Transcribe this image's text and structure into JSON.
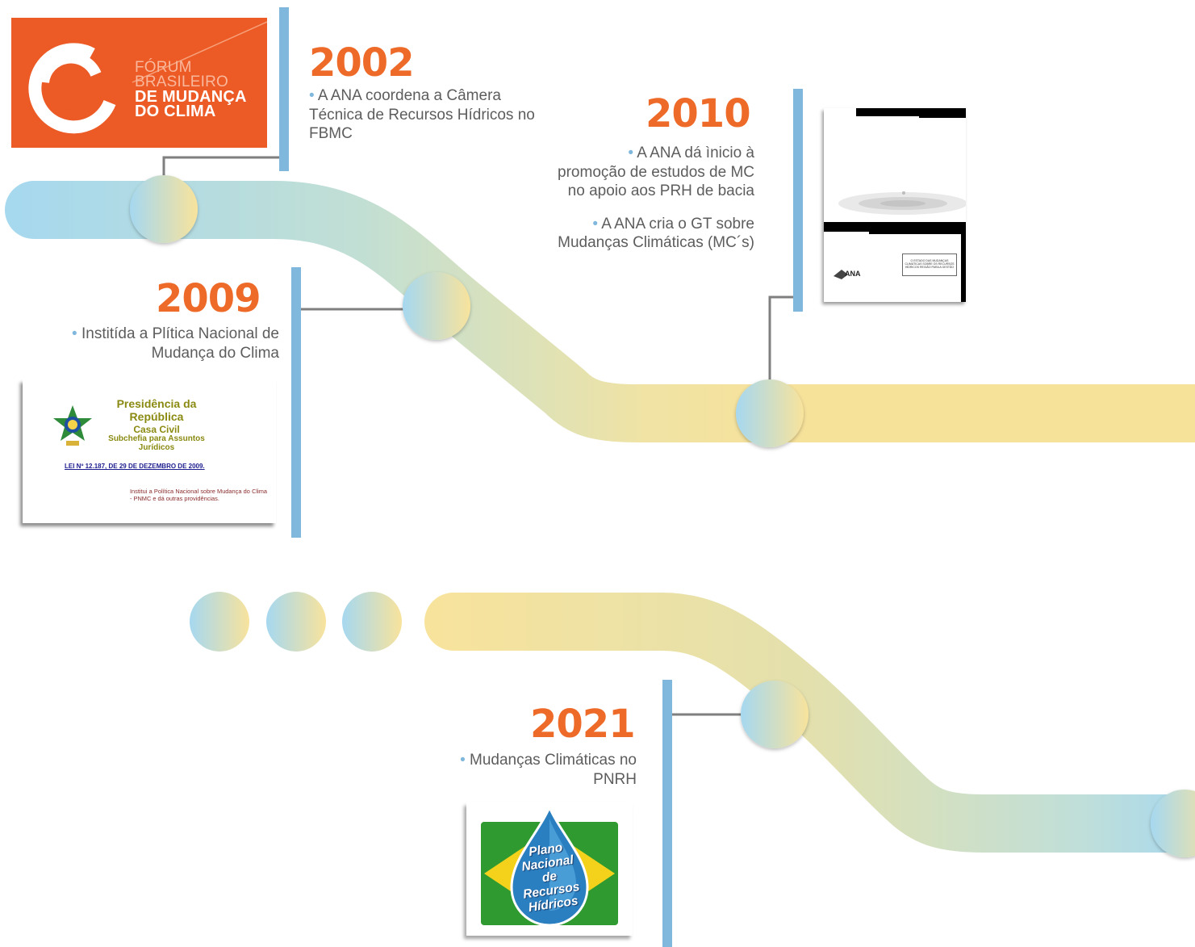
{
  "colors": {
    "accent": "#ee6a28",
    "connector": "#7f7f7f",
    "year_bar": "#7fb8dc",
    "road_blue": "#a8d8ee",
    "road_yellow": "#f6e29d",
    "bullet": "#7fb8dc"
  },
  "events": [
    {
      "year": "2002",
      "items": [
        "A ANA coordena a Câmera Técnica de Recursos Hídricos no FBMC"
      ]
    },
    {
      "year": "2009",
      "items": [
        "Institída a Plítica Nacional de Mudança do Clima"
      ]
    },
    {
      "year": "2010",
      "items": [
        "A ANA dá ìnicio à promoção de estudos de MC no apoio aos PRH de bacia",
        "A ANA cria o GT sobre Mudanças Climáticas (MC´s)"
      ]
    },
    {
      "year": "2021",
      "items": [
        "Mudanças Climáticas no PNRH"
      ]
    }
  ],
  "fbmc_logo": {
    "lines": [
      "FÓRUM",
      "BRASILEIRO",
      "DE MUDANÇA",
      "DO CLIMA"
    ]
  },
  "law_card": {
    "title_line1": "Presidência da",
    "title_line2": "República",
    "casa_civil": "Casa Civil",
    "subchefia": "Subchefia para Assuntos Jurídicos",
    "law": "LEI Nº 12.187, DE 29 DE DEZEMBRO DE 2009.",
    "description": "Institui a Política Nacional sobre Mudança do Clima - PNMC e dá outras providências."
  },
  "doc_card": {
    "logo_text": "ANA",
    "box_text": "O ESTADO DAS MUDANÇAS CLIMÁTICAS SOBRE OS RECURSOS HÍDRICOS REGIÃO PARA A GESTÃO"
  },
  "pnrh_card": {
    "lines": [
      "Plano",
      "Nacional",
      "de Recursos",
      "Hídricos"
    ]
  }
}
